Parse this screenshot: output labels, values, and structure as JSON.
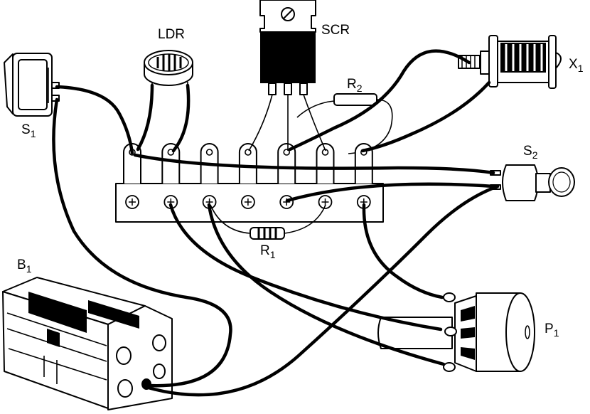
{
  "labels": {
    "ldr": "LDR",
    "scr": "SCR",
    "r2": {
      "main": "R",
      "sub": "2"
    },
    "r1": {
      "main": "R",
      "sub": "1"
    },
    "s1": {
      "main": "S",
      "sub": "1"
    },
    "s2": {
      "main": "S",
      "sub": "2"
    },
    "x1": {
      "main": "X",
      "sub": "1"
    },
    "b1": {
      "main": "B",
      "sub": "1"
    },
    "p1": {
      "main": "P",
      "sub": "1"
    }
  },
  "terminal_strip": {
    "lug_count": 7
  }
}
